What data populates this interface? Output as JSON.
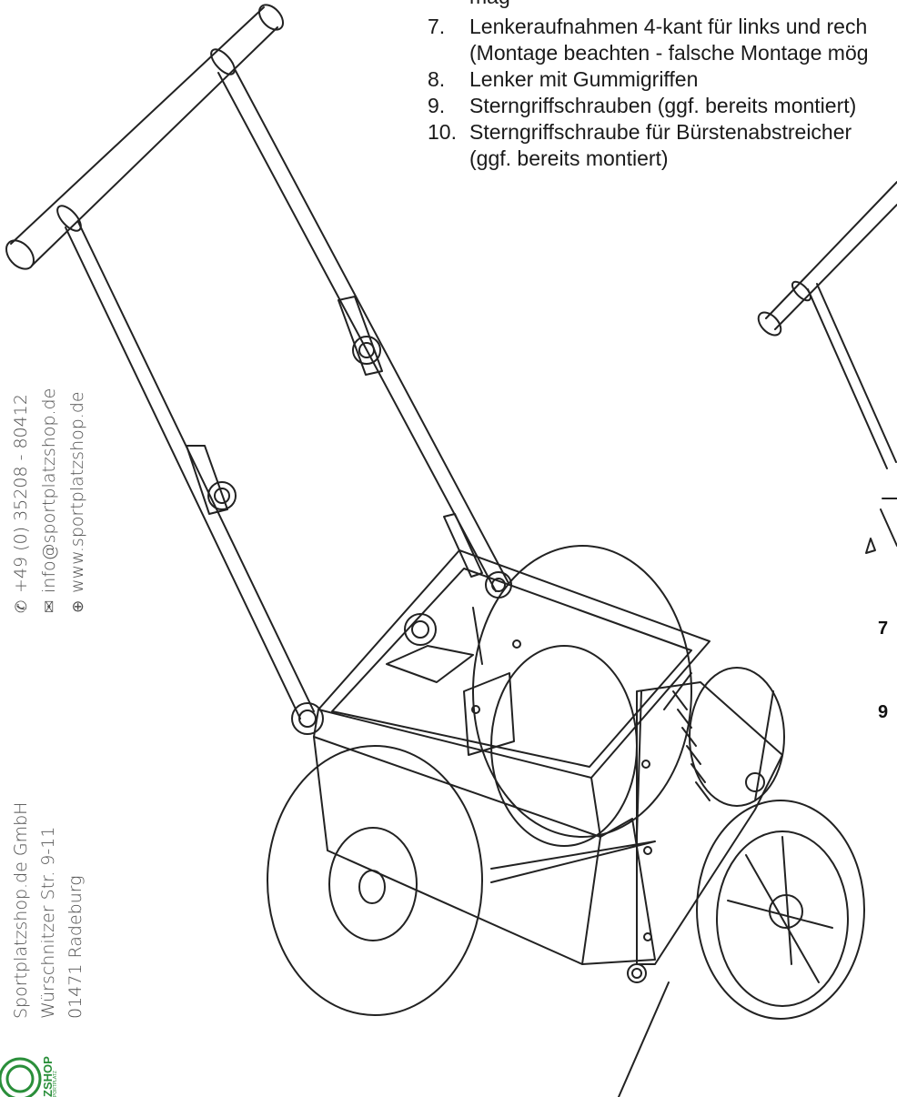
{
  "parts_list": {
    "clipped_top_line": "mag",
    "items": [
      {
        "num": "7.",
        "lines": [
          "Lenkeraufnahmen 4-kant für links und rech",
          "(Montage beachten - falsche Montage mög"
        ]
      },
      {
        "num": "8.",
        "lines": [
          "Lenker mit Gummigriffen"
        ]
      },
      {
        "num": "9.",
        "lines": [
          "Sterngriffschrauben (ggf. bereits montiert)"
        ]
      },
      {
        "num": "10.",
        "lines": [
          "Sterngriffschraube für Bürstenabstreicher",
          "(ggf. bereits montiert)"
        ]
      }
    ]
  },
  "sidebar": {
    "company": "Sportplatzshop.de GmbH",
    "street": "Würschnitzer Str. 9-11",
    "city": "01471 Radeburg",
    "phone": "+49 (0) 35208 - 80412",
    "email": "info@sportplatzshop.de",
    "web": "www.sportplatzshop.de"
  },
  "logo": {
    "text": "ZSHOP",
    "subtext": "PORTPLATZ",
    "color": "#2a8f3a"
  },
  "callouts": [
    "7",
    "9"
  ]
}
